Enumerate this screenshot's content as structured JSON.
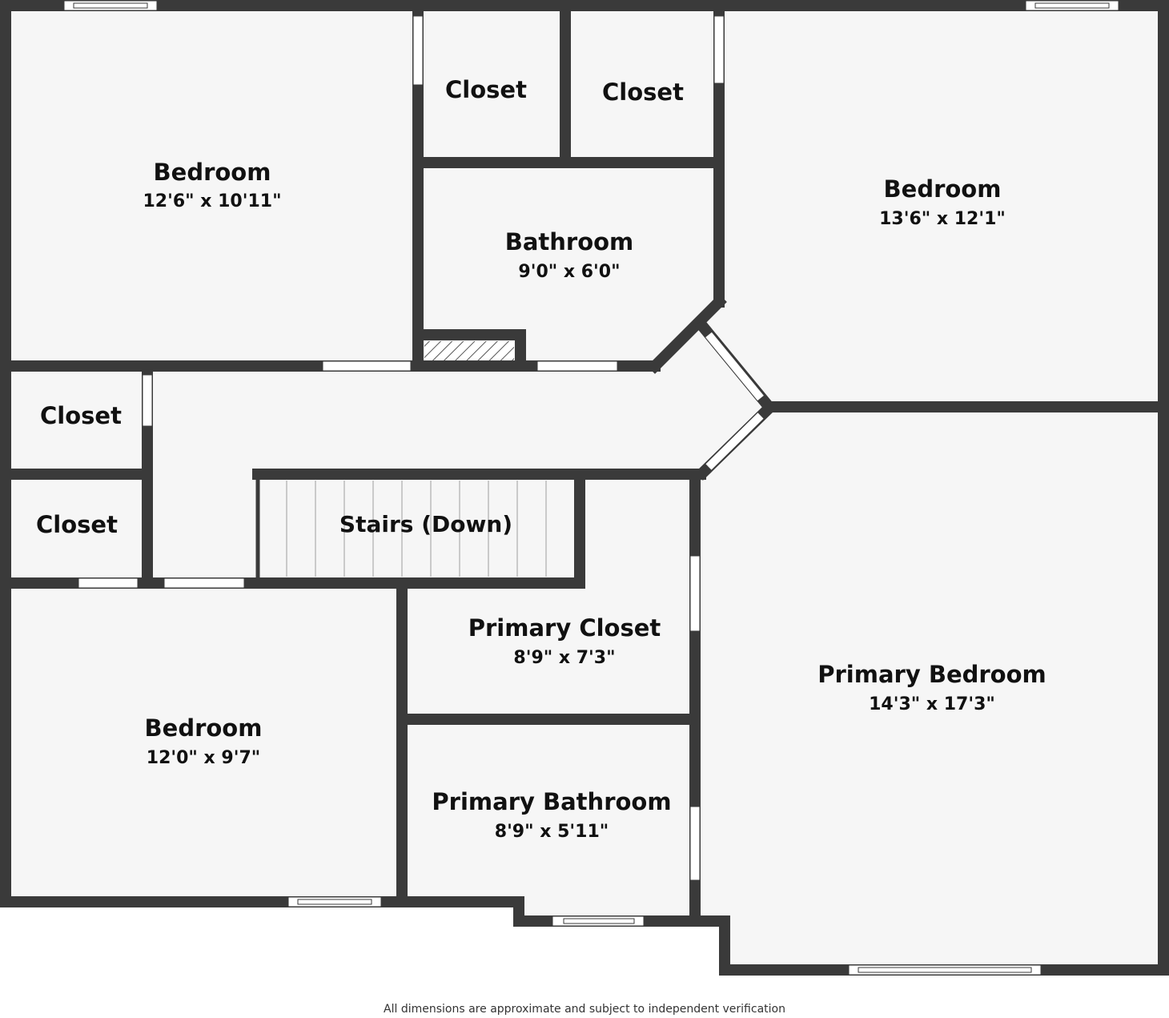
{
  "colors": {
    "wall": "#3a3a3a",
    "floor": "#f6f6f6",
    "opening": "#ffffff",
    "stair_line": "#bbbbbb"
  },
  "rooms": {
    "bedroom_nw": {
      "name": "Bedroom",
      "dims": "12'6\" x 10'11\""
    },
    "closet_top_1": {
      "name": "Closet"
    },
    "closet_top_2": {
      "name": "Closet"
    },
    "bathroom": {
      "name": "Bathroom",
      "dims": "9'0\" x 6'0\""
    },
    "bedroom_ne": {
      "name": "Bedroom",
      "dims": "13'6\" x 12'1\""
    },
    "closet_left_1": {
      "name": "Closet"
    },
    "closet_left_2": {
      "name": "Closet"
    },
    "stairs": {
      "name": "Stairs (Down)"
    },
    "primary_closet": {
      "name": "Primary Closet",
      "dims": "8'9\" x 7'3\""
    },
    "primary_bedroom": {
      "name": "Primary Bedroom",
      "dims": "14'3\" x 17'3\""
    },
    "bedroom_sw": {
      "name": "Bedroom",
      "dims": "12'0\" x 9'7\""
    },
    "primary_bathroom": {
      "name": "Primary Bathroom",
      "dims": "8'9\" x 5'11\""
    }
  },
  "footer": "All dimensions are approximate and subject to independent verification"
}
